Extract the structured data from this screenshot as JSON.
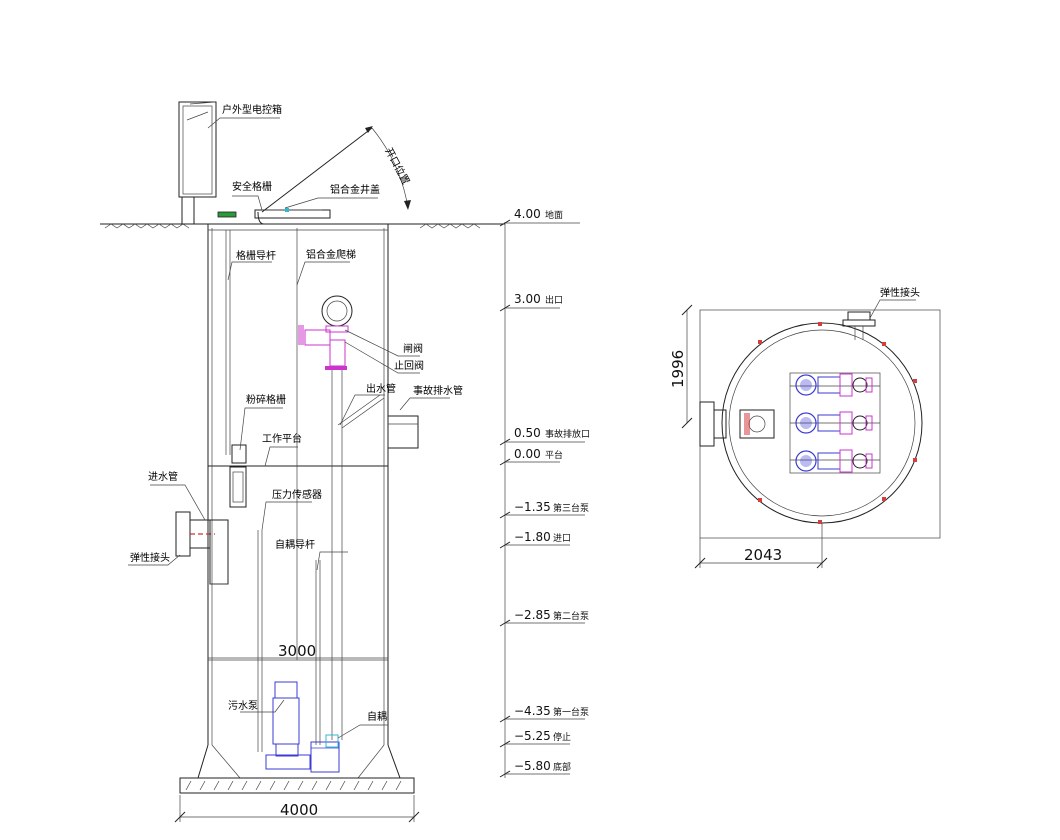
{
  "labels": {
    "control_box": "户外型电控箱",
    "safety_grille": "安全格栅",
    "open_position": "开口位置",
    "aluminum_cover": "铝合金井盖",
    "grille_guide": "格栅导杆",
    "aluminum_ladder": "铝合金爬梯",
    "gate_valve": "闸阀",
    "check_valve": "止回阀",
    "outlet_pipe": "出水管",
    "emergency_pipe": "事故排水管",
    "crushing_grille": "粉碎格栅",
    "work_platform": "工作平台",
    "inlet_pipe": "进水管",
    "pressure_sensor": "压力传感器",
    "flexible_joint": "弹性接头",
    "coupling_guide": "自耦导杆",
    "sewage_pump": "污水泵",
    "auto_coupling": "自耦",
    "plan_flexible_joint": "弹性接头"
  },
  "dimensions": {
    "tank_width": "3000",
    "base_width": "4000",
    "plan_height": "1996",
    "plan_width": "2043"
  },
  "elevations": [
    {
      "value": "4.00",
      "note": "地面"
    },
    {
      "value": "3.00",
      "note": "出口"
    },
    {
      "value": "0.50",
      "note": "事故排放口"
    },
    {
      "value": "0.00",
      "note": "平台"
    },
    {
      "value": "−1.35",
      "note": "第三台泵"
    },
    {
      "value": "−1.80",
      "note": "进口"
    },
    {
      "value": "−2.85",
      "note": "第二台泵"
    },
    {
      "value": "−4.35",
      "note": "第一台泵"
    },
    {
      "value": "−5.25",
      "note": "停止"
    },
    {
      "value": "−5.80",
      "note": "底部"
    }
  ],
  "colors": {
    "line": "#222222",
    "pump_blue": "#3b3bd6",
    "valve_magenta": "#cc33cc",
    "inlet_red": "#d03030",
    "ladder_cyan": "#30b8d0",
    "cover_green": "#2a9a3a",
    "bolt_red": "#d04040"
  }
}
